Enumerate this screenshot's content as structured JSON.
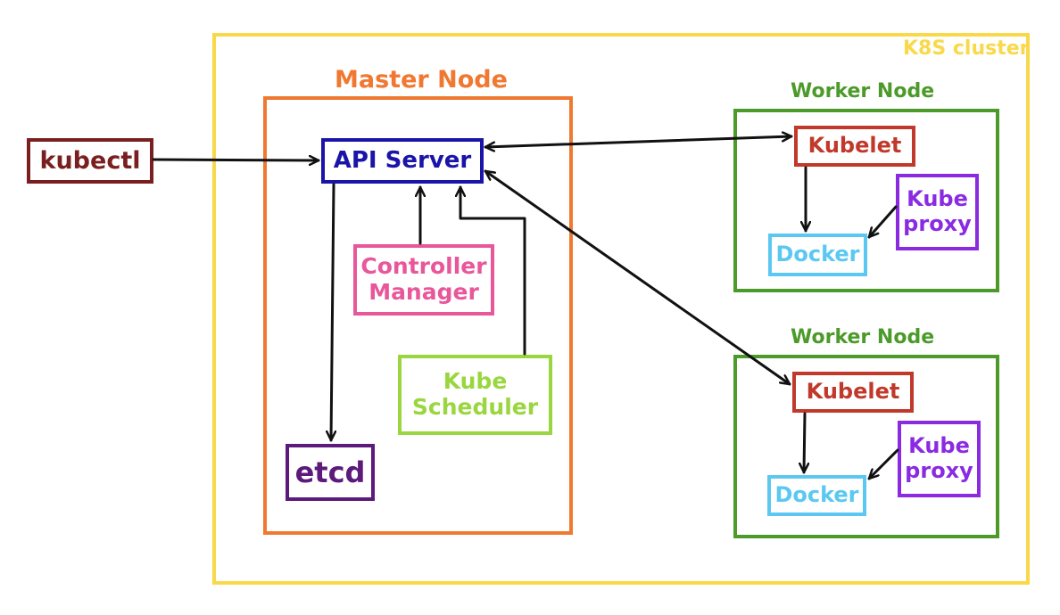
{
  "cluster": {
    "label": "K8S cluster",
    "color": "#f9d949"
  },
  "external": {
    "kubectl": {
      "label": "kubectl",
      "color": "#7a1f1f"
    }
  },
  "master": {
    "title": "Master Node",
    "color": "#f07830",
    "api_server": {
      "label": "API Server",
      "color": "#1a14a8"
    },
    "controller_manager": {
      "line1": "Controller",
      "line2": "Manager",
      "color": "#e8579a"
    },
    "kube_scheduler": {
      "line1": "Kube",
      "line2": "Scheduler",
      "color": "#9ad63f"
    },
    "etcd": {
      "label": "etcd",
      "color": "#5c1a7a"
    }
  },
  "workers": [
    {
      "title": "Worker Node",
      "color": "#4c9a2a",
      "kubelet": {
        "label": "Kubelet",
        "color": "#c0392b"
      },
      "docker": {
        "label": "Docker",
        "color": "#5bc8f2"
      },
      "kube_proxy": {
        "line1": "Kube",
        "line2": "proxy",
        "color": "#8a2be2"
      }
    },
    {
      "title": "Worker Node",
      "color": "#4c9a2a",
      "kubelet": {
        "label": "Kubelet",
        "color": "#c0392b"
      },
      "docker": {
        "label": "Docker",
        "color": "#5bc8f2"
      },
      "kube_proxy": {
        "line1": "Kube",
        "line2": "proxy",
        "color": "#8a2be2"
      }
    }
  ]
}
